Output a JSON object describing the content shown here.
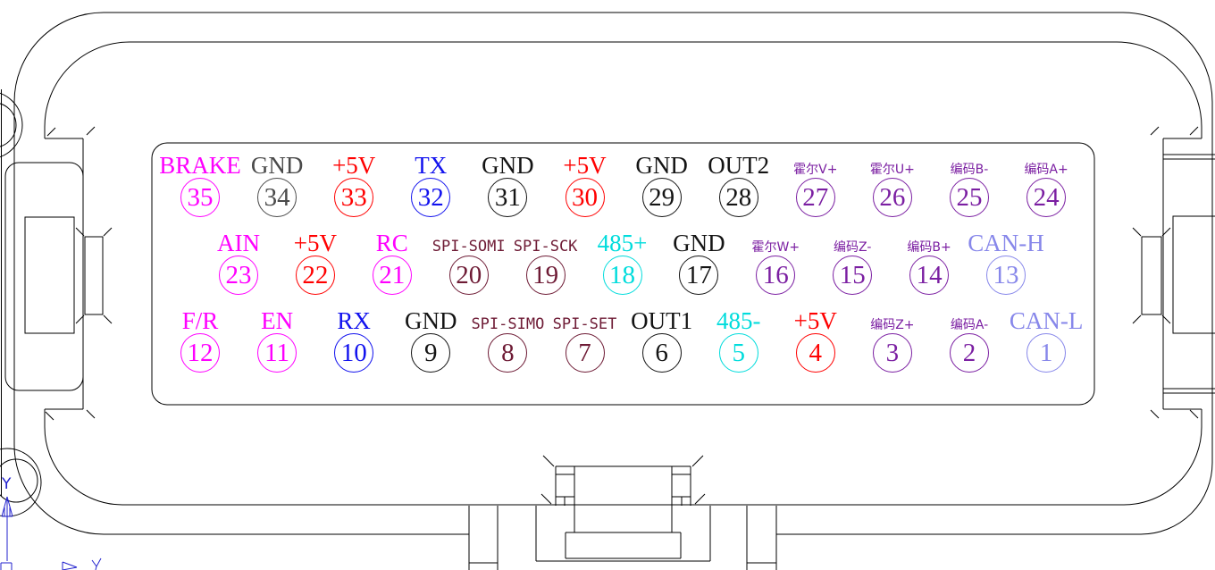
{
  "drawing": {
    "kind": "connector-pinout",
    "rows": [
      {
        "name": "top-row",
        "pins": [
          {
            "num": "35",
            "label": "BRAKE",
            "color": "#FF00FF"
          },
          {
            "num": "34",
            "label": "GND",
            "color": "#4A4A4A"
          },
          {
            "num": "33",
            "label": "+5V",
            "color": "#FF0000"
          },
          {
            "num": "32",
            "label": "TX",
            "color": "#1212EE"
          },
          {
            "num": "31",
            "label": "GND",
            "color": "#141414"
          },
          {
            "num": "30",
            "label": "+5V",
            "color": "#FF0000"
          },
          {
            "num": "29",
            "label": "GND",
            "color": "#141414"
          },
          {
            "num": "28",
            "label": "OUT2",
            "color": "#141414"
          },
          {
            "num": "27",
            "label": "霍尔V+",
            "color": "#7B1FA2"
          },
          {
            "num": "26",
            "label": "霍尔U+",
            "color": "#7B1FA2"
          },
          {
            "num": "25",
            "label": "编码B-",
            "color": "#7B1FA2"
          },
          {
            "num": "24",
            "label": "编码A+",
            "color": "#7B1FA2"
          }
        ]
      },
      {
        "name": "middle-row",
        "pins": [
          {
            "num": "23",
            "label": "AIN",
            "color": "#FF00FF"
          },
          {
            "num": "22",
            "label": "+5V",
            "color": "#FF0000"
          },
          {
            "num": "21",
            "label": "RC",
            "color": "#FF00FF"
          },
          {
            "num": "20",
            "label": "SPI-SOMI",
            "color": "#6E1B35"
          },
          {
            "num": "19",
            "label": "SPI-SCK",
            "color": "#6E1B35"
          },
          {
            "num": "18",
            "label": "485+",
            "color": "#00DCDC"
          },
          {
            "num": "17",
            "label": "GND",
            "color": "#141414"
          },
          {
            "num": "16",
            "label": "霍尔W+",
            "color": "#7B1FA2"
          },
          {
            "num": "15",
            "label": "编码Z-",
            "color": "#7B1FA2"
          },
          {
            "num": "14",
            "label": "编码B+",
            "color": "#7B1FA2"
          },
          {
            "num": "13",
            "label": "CAN-H",
            "color": "#8787EA"
          }
        ]
      },
      {
        "name": "bottom-row",
        "pins": [
          {
            "num": "12",
            "label": "F/R",
            "color": "#FF00FF"
          },
          {
            "num": "11",
            "label": "EN",
            "color": "#FF00FF"
          },
          {
            "num": "10",
            "label": "RX",
            "color": "#1212EE"
          },
          {
            "num": "9",
            "label": "GND",
            "color": "#141414"
          },
          {
            "num": "8",
            "label": "SPI-SIMO",
            "color": "#6E1B35"
          },
          {
            "num": "7",
            "label": "SPI-SET",
            "color": "#6E1B35"
          },
          {
            "num": "6",
            "label": "OUT1",
            "color": "#141414"
          },
          {
            "num": "5",
            "label": "485-",
            "color": "#00DCDC"
          },
          {
            "num": "4",
            "label": "+5V",
            "color": "#FF0000"
          },
          {
            "num": "3",
            "label": "编码Z+",
            "color": "#7B1FA2"
          },
          {
            "num": "2",
            "label": "编码A-",
            "color": "#7B1FA2"
          },
          {
            "num": "1",
            "label": "CAN-L",
            "color": "#8787EA"
          }
        ]
      }
    ],
    "ucs": {
      "axis_label": "Y"
    },
    "palette": {
      "outline": "#000000",
      "ucs_blue": "#2121CE",
      "magenta": "#FF00FF",
      "red": "#FF0000",
      "blue": "#1212EE",
      "black": "#141414",
      "gray": "#4A4A4A",
      "purple": "#7B1FA2",
      "maroon": "#6E1B35",
      "cyan": "#00DCDC",
      "periwinkle": "#8787EA"
    }
  }
}
